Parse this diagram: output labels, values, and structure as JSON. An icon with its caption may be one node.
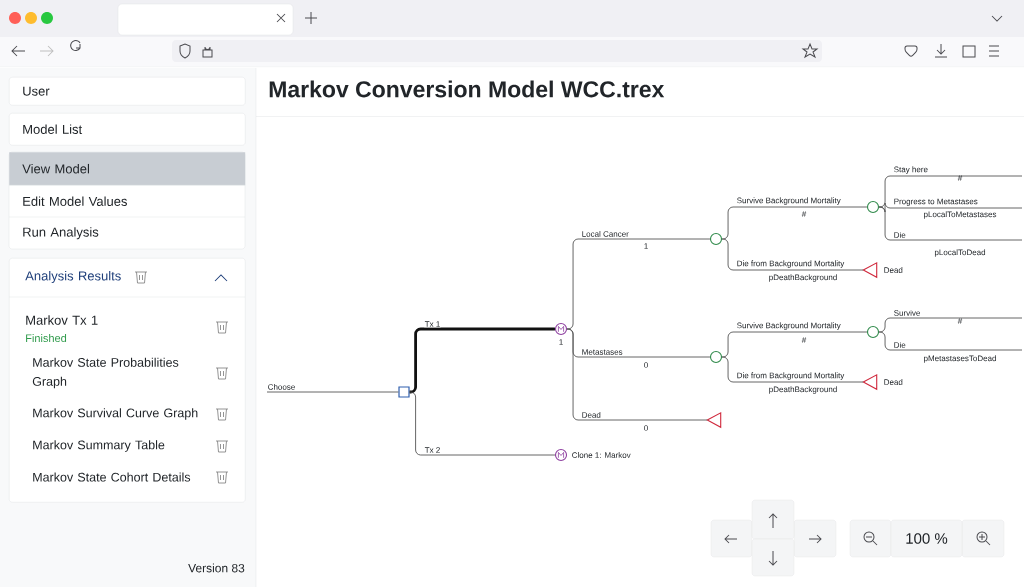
{
  "diagram": {
    "title": "Markov Conversion Model WCC.trex",
    "nodes": [
      {
        "text": [
          "User"
        ]
      },
      {
        "text": [
          "Model List"
        ]
      },
      {
        "text": [
          "View Model"
        ]
      },
      {
        "text": [
          "Edit Model Values"
        ]
      },
      {
        "text": [
          "Run Analysis"
        ]
      },
      {
        "text": [
          "Analysis Results",
          "Markov Tx 1",
          "Finished",
          "Markov State Probabilities Graph",
          "Markov Survival Curve Graph",
          "Markov Summary Table",
          "Markov State Cohort Details"
        ]
      },
      {
        "text": [],
        "shape": "box"
      },
      {
        "text": [],
        "shape": "circle",
        "beside": [
          "1"
        ]
      },
      {
        "text": [],
        "shape": "circle",
        "beside": [
          "Clone 1: Markov"
        ]
      },
      {
        "text": [],
        "shape": "circle"
      },
      {
        "text": [],
        "shape": "circle"
      },
      {
        "text": [],
        "shape": "triangle"
      },
      {
        "text": [],
        "shape": "circle"
      },
      {
        "text": [],
        "shape": "triangle",
        "beside": [
          "Dead"
        ]
      },
      {
        "text": [],
        "shape": "circle"
      },
      {
        "text": [],
        "shape": "triangle",
        "beside": [
          "Dead"
        ]
      }
    ],
    "edges": [
      {
        "from": null,
        "to": 6,
        "arrow": "none",
        "label": "Choose"
      },
      {
        "from": 6,
        "to": 7,
        "arrow": "none",
        "label": "Tx 1",
        "style": "thick",
        "color": "#111111"
      },
      {
        "from": 6,
        "to": 8,
        "arrow": "none",
        "label": "Tx 2"
      },
      {
        "from": 7,
        "to": 9,
        "arrow": "none",
        "label": "Local Cancer"
      },
      {
        "from": 7,
        "to": 10,
        "arrow": "none",
        "label": "Metastases"
      },
      {
        "from": 7,
        "to": 11,
        "arrow": "none",
        "label": "Dead"
      },
      {
        "from": 9,
        "to": 12,
        "arrow": "none",
        "label": "Survive Background Mortality"
      },
      {
        "from": 9,
        "to": 13,
        "arrow": "none",
        "label": "Die from Background Mortality"
      },
      {
        "from": 12,
        "to": null,
        "arrow": "none",
        "label": "Stay here"
      },
      {
        "from": 12,
        "to": null,
        "arrow": "none",
        "label": "Progress to Metastases"
      },
      {
        "from": 12,
        "to": null,
        "arrow": "none",
        "label": "Die"
      },
      {
        "from": 10,
        "to": 14,
        "arrow": "none",
        "label": "Survive Background Mortality"
      },
      {
        "from": 10,
        "to": 15,
        "arrow": "none",
        "label": "Die from Background Mortality"
      },
      {
        "from": 14,
        "to": null,
        "arrow": "none",
        "label": "Survive"
      },
      {
        "from": 14,
        "to": null,
        "arrow": "none",
        "label": "Die"
      }
    ],
    "labels": [
      "1",
      "#",
      "pDeathBackground",
      "#",
      "pLocalToMetastases",
      "pLocalToDead",
      "0",
      "#",
      "pDeathBackground",
      "#",
      "pMetastasesToDead",
      "0",
      "100 %",
      "Version 83"
    ]
  }
}
